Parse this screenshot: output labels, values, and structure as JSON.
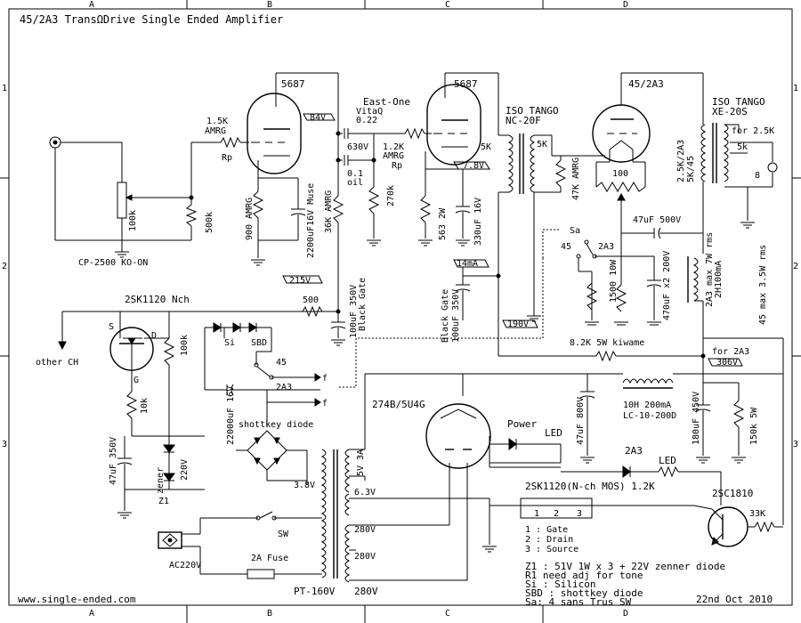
{
  "title": "45/2A3 TransΩDrive Single Ended Amplifier",
  "grid": {
    "cols": [
      "A",
      "B",
      "C",
      "D"
    ],
    "rows": [
      "1",
      "2",
      "3"
    ]
  },
  "components": {
    "volume_pot": "100k",
    "r_500k": "500k",
    "pot_label": "CP-2500 KO-ON",
    "r_grid1": "1.5K",
    "r_grid1_type": "AMRG",
    "rp_label": "Rp",
    "tube1": "5687",
    "cathode_r1": "900 AMRG",
    "cathode_c1": "2200uF16V Muse",
    "v84": "84V",
    "coupling_brand": "VitaQ",
    "coupling_val": "0.22",
    "c630": "630V",
    "c01": "0.1",
    "c01_type": "oil",
    "r_36k": "36K AMRG",
    "r_12k": "1.2K",
    "r_12k_type": "AMRG",
    "rp_label2": "Rp",
    "r_270k": "270k",
    "east_one": "East-One",
    "tube2": "5687",
    "r_5k_plate": "5K",
    "r_563": "563 2W",
    "c_330": "330uF 16V",
    "v78": "7.8V",
    "iso_tango1": "ISO TANGO",
    "nc20f": "NC-20F",
    "tr1_5k": "5K",
    "r_47k": "47K AMRG",
    "tube3": "45/2A3",
    "pot_100": "100",
    "iso_tango2": "ISO TANGO",
    "xe20s": "XE-20S",
    "ot_primary": "2.5K/2A3",
    "ot_primary2": "5K/45",
    "for25": "for 2.5K",
    "ot_5k": "5k",
    "ot_8": "8",
    "c47_500": "47uF 500V",
    "sa": "Sa",
    "sel_45": "45",
    "sel_2a3": "2A3",
    "r_1500": "1500 10W",
    "c_470": "470uF x2 200V",
    "choke1": "2H100mA",
    "rms_2a3": "2A3 max 7W rms",
    "rms_45": "45 max 3.5W rms",
    "v215": "215V",
    "r_500": "500",
    "bg_cap": "100uF 350V",
    "bg_cap2": "Black Gate",
    "v14ma": "14mA",
    "bg_cap3": "Black Gate",
    "bg_cap4": "100uF 350V",
    "v190": "190V",
    "fet": "2SK1120 Nch",
    "fet_s": "S",
    "fet_d": "D",
    "fet_g": "G",
    "other_ch": "other CH",
    "r_100k": "100k",
    "si": "Si",
    "sbd": "SBD",
    "sw_45": "45",
    "sw_2a3": "2A3",
    "f1": "f",
    "f2": "f",
    "r_10k": "10k",
    "r_82k": "8.2K 5W kiwame",
    "for2a3": "for 2A3",
    "v306": "306V",
    "c_22000": "22000uF 16V",
    "shottkey": "shottkey diode",
    "rect_tube": "274B/5U4G",
    "c47_350": "47uF 350V",
    "zener": "zener",
    "z1": "Z1",
    "v220": "220V",
    "c47_800": "47uF 800V",
    "choke2": "10H 200mA",
    "choke2_type": "LC-10-200D",
    "c180": "180uF 450V",
    "r150k": "150k 5W",
    "power_led": "Power",
    "led": "LED",
    "v5v3a": "5V 3A",
    "v38": "3.8V",
    "v63": "6.3V",
    "led2_tube": "2A3",
    "led2": "LED",
    "fet2": "2SK1120(N-ch MOS) 1.2K",
    "pin_nums": [
      "1",
      "2",
      "3"
    ],
    "trans_npn": "2SC1810",
    "r33k": "33K",
    "sw": "SW",
    "v280a": "280V",
    "v280b": "280V",
    "ac220": "AC220V",
    "fuse": "2A Fuse",
    "pt": "PT-160V",
    "pt_v": "280V",
    "legend_pins": [
      "1 : Gate",
      "2 : Drain",
      "3 : Source"
    ],
    "notes": [
      "Z1 : 51V 1W x 3 + 22V zenner diode",
      "R1 need adj for tone",
      "Si : Silicon",
      "SBD : shottkey diode",
      "Sa: 4 sans Trus SW"
    ],
    "website": "www.single-ended.com",
    "date": "22nd Oct 2010"
  }
}
